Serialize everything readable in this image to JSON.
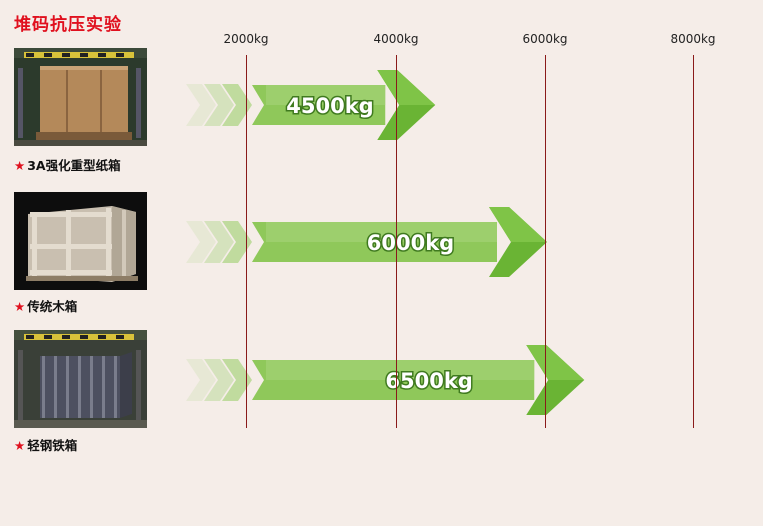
{
  "title": "堆码抗压实验",
  "chart_data": {
    "type": "bar",
    "orientation": "horizontal",
    "categories": [
      "3A强化重型纸箱",
      "传统木箱",
      "轻钢铁箱"
    ],
    "values": [
      4500,
      6000,
      6500
    ],
    "value_labels": [
      "4500kg",
      "6000kg",
      "6500kg"
    ],
    "x_ticks": [
      2000,
      4000,
      6000,
      8000
    ],
    "x_tick_labels": [
      "2000kg",
      "4000kg",
      "6000kg",
      "8000kg"
    ],
    "grid": "vertical lines at ticks",
    "colors": {
      "arrow": "#7dc043",
      "arrow_light": "#b8de93",
      "grid_line": "#8a1a1a",
      "title": "#e0101e"
    }
  },
  "rows": [
    {
      "caption": "3A强化重型纸箱",
      "photo": "cardboard-crate"
    },
    {
      "caption": "传统木箱",
      "photo": "wooden-crate"
    },
    {
      "caption": "轻钢铁箱",
      "photo": "steel-crate"
    }
  ],
  "star": "★"
}
